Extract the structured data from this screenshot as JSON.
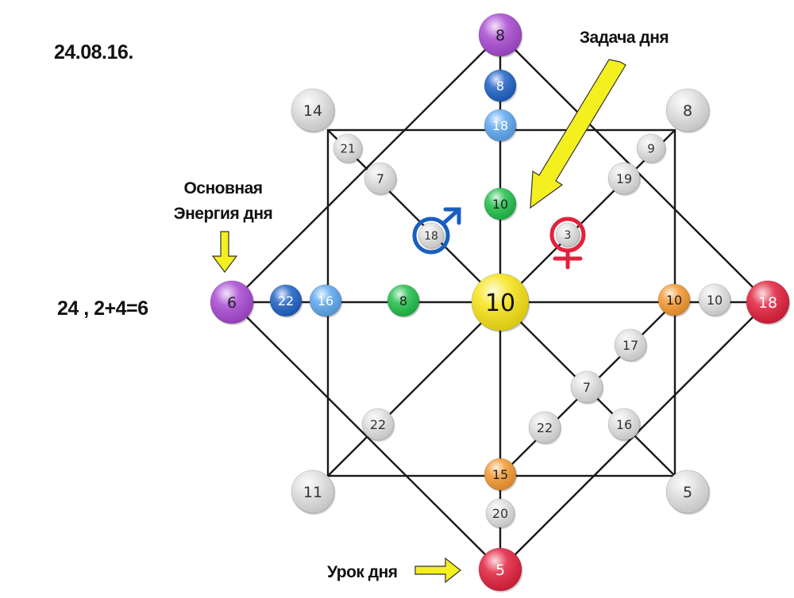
{
  "texts": {
    "date": "24.08.16.",
    "calc": "24 , 2+4=6",
    "main_energy_line1": "Основная",
    "main_energy_line2": "Энергия дня",
    "task": "Задача дня",
    "lesson": "Урок дня"
  },
  "colors": {
    "purple": "#a94bd2",
    "dark_blue": "#1f63c6",
    "light_blue": "#5ea8f0",
    "green": "#22c04c",
    "yellow": "#f7e417",
    "orange": "#f59a32",
    "red": "#e3213e",
    "gray": "#e1e1e1",
    "arrow_yellow": "#f4ef1f",
    "male_symbol": "#1a5fbf",
    "female_symbol": "#e3213e",
    "line": "#1a1a1a"
  },
  "nodes": {
    "center": "10",
    "top": "8",
    "top_2": "8",
    "top_3": "18",
    "top_4": "10",
    "left": "6",
    "left_2": "22",
    "left_3": "16",
    "left_4": "8",
    "right": "18",
    "right_2": "10",
    "right_3": "10",
    "bottom": "5",
    "bottom_2": "20",
    "bottom_3": "15",
    "corner_tl": "14",
    "corner_tr": "8",
    "corner_bl": "11",
    "corner_br": "5",
    "tl_outer": "21",
    "tl_inner": "7",
    "tr_outer": "9",
    "tr_inner": "19",
    "bl_inner": "22",
    "br_inner": "16",
    "male": "18",
    "female": "3",
    "line_17": "17",
    "line_7": "7",
    "line_22": "22"
  },
  "icons": {
    "male": "male-symbol-icon",
    "female": "female-symbol-icon",
    "arrow": "arrow-icon"
  }
}
